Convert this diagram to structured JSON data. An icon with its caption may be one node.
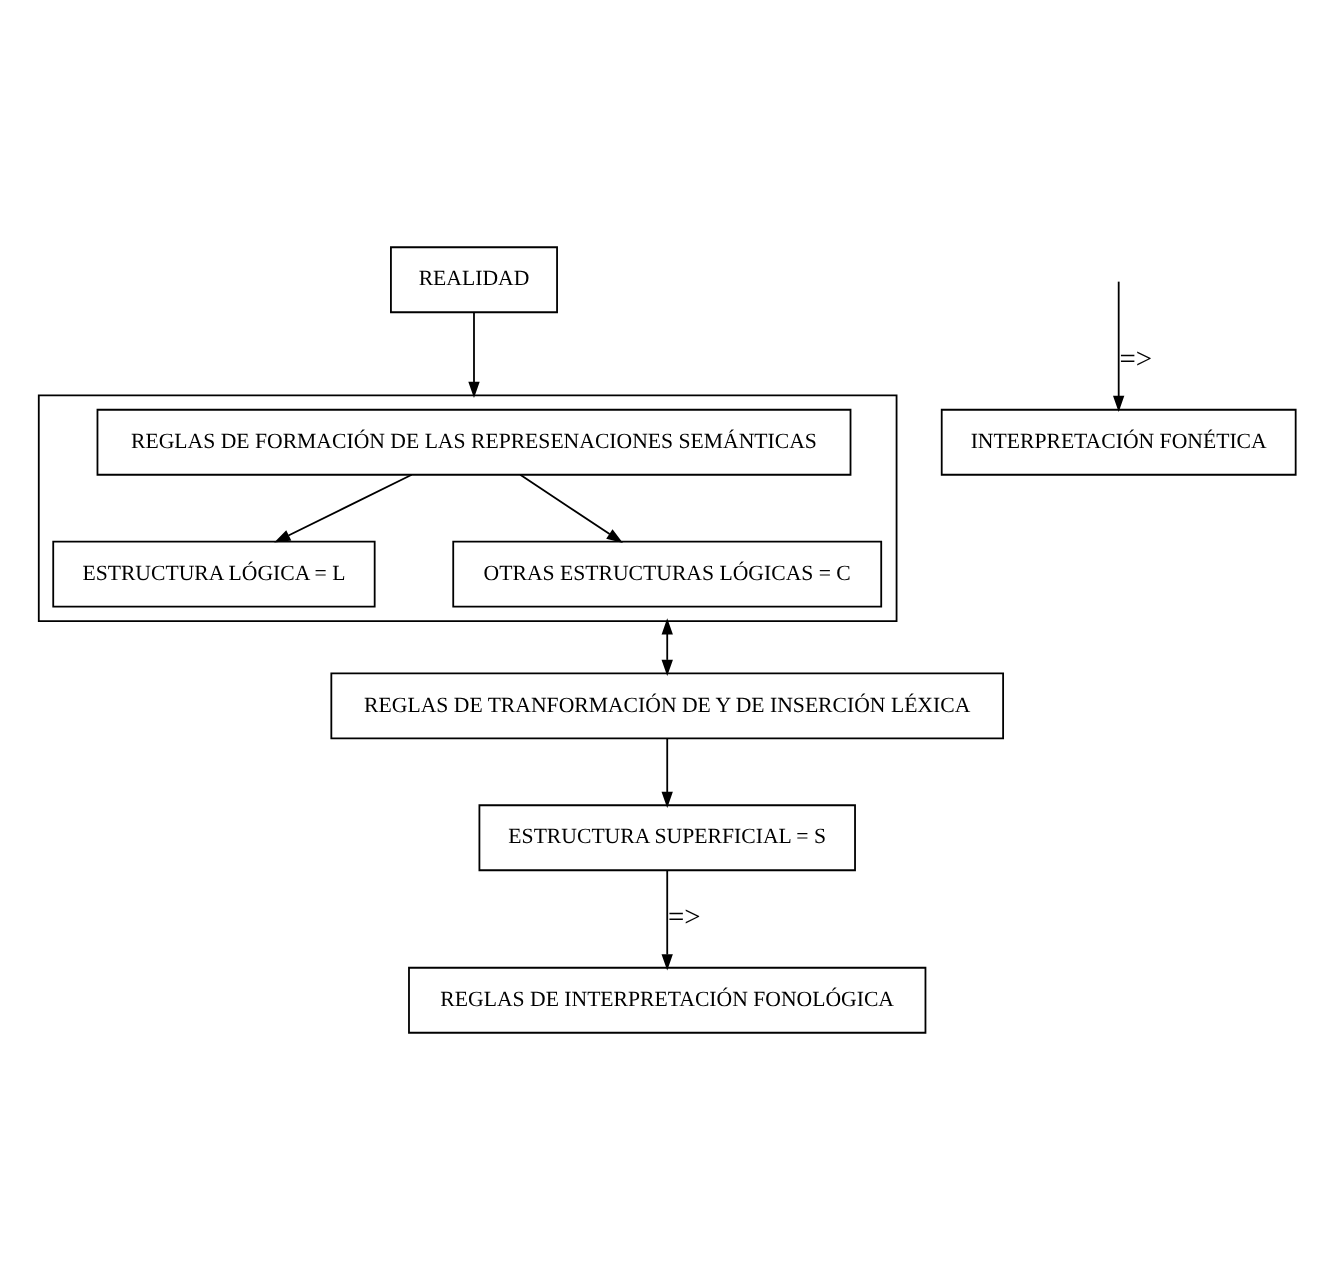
{
  "diagram": {
    "nodes": [
      {
        "text": [
          "REALIDAD"
        ]
      },
      {
        "text": [],
        "shape": "box"
      },
      {
        "text": [
          "REGLAS DE FORMACIÓN DE LAS REPRESENACIONES SEMÁNTICAS"
        ],
        "in": 1
      },
      {
        "text": [
          "ESTRUCTURA LÓGICA = L"
        ],
        "in": 1
      },
      {
        "text": [
          "OTRAS ESTRUCTURAS LÓGICAS = C"
        ],
        "in": 1
      },
      {
        "text": [
          "REGLAS DE TRANFORMACIÓN DE Y DE INSERCIÓN LÉXICA"
        ]
      },
      {
        "text": [
          "ESTRUCTURA SUPERFICIAL = S"
        ]
      },
      {
        "text": [
          "REGLAS DE INTERPRETACIÓN FONOLÓGICA"
        ]
      },
      {
        "text": [
          "INTERPRETACIÓN FONÉTICA"
        ]
      }
    ],
    "edges": [
      {
        "from": 0,
        "to": 1,
        "arrow": "to"
      },
      {
        "from": 2,
        "to": 3,
        "arrow": "to"
      },
      {
        "from": 2,
        "to": 4,
        "arrow": "to"
      },
      {
        "from": 1,
        "to": 5,
        "arrow": "both"
      },
      {
        "from": 5,
        "to": 6,
        "arrow": "to"
      },
      {
        "from": 6,
        "to": 7,
        "arrow": "to",
        "label": "=>"
      },
      {
        "from": null,
        "to": 8,
        "arrow": "to",
        "label": "=>"
      }
    ]
  }
}
